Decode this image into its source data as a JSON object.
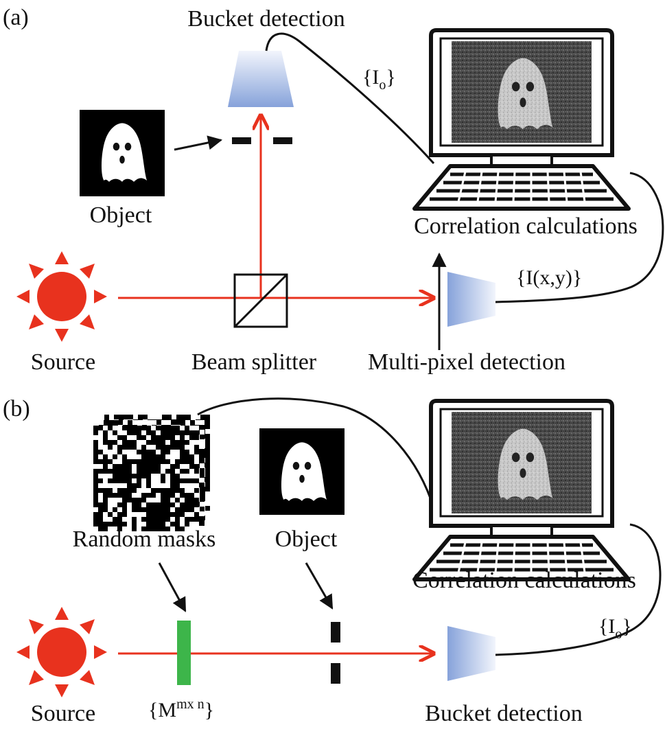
{
  "panel_a": {
    "tag": "(a)",
    "bucket_detection": "Bucket detection",
    "bucket_signal": "{I",
    "bucket_signal_sub": "o",
    "bucket_signal_close": "}",
    "object": "Object",
    "correlation": "Correlation calculations",
    "pixel_signal": "{I(x,y)}",
    "source": "Source",
    "beam_splitter": "Beam splitter",
    "multi_pixel": "Multi-pixel detection"
  },
  "panel_b": {
    "tag": "(b)",
    "random_masks": "Random masks",
    "object": "Object",
    "correlation": "Correlation calculations",
    "bucket_signal": "{I",
    "bucket_signal_sub": "o",
    "bucket_signal_close": "}",
    "source": "Source",
    "mask_label": "{M",
    "mask_label_sup": "mx n",
    "mask_label_close": "}",
    "bucket_detection": "Bucket detection"
  },
  "colors": {
    "beam": "#e8321e",
    "source": "#e8321e",
    "mask": "#3db54a",
    "detector_light": "#f2f5fc",
    "detector_dark": "#8aa6dc"
  }
}
